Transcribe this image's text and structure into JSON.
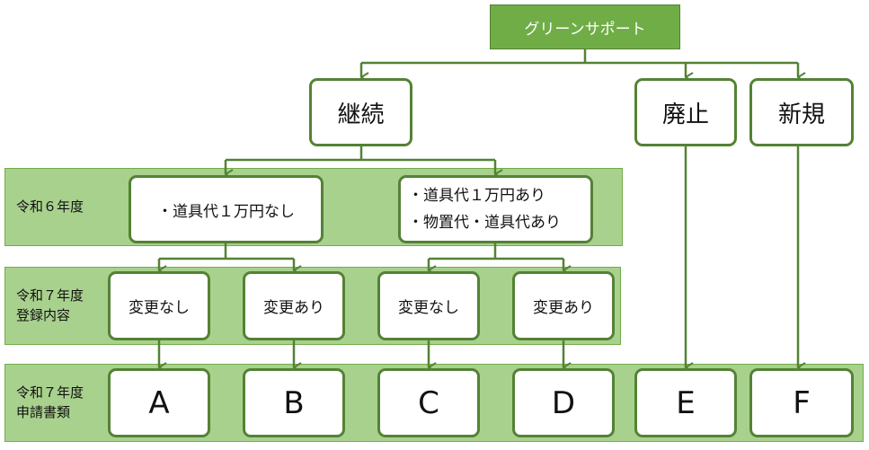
{
  "top": "グリーンサポート",
  "level1": [
    "継続",
    "廃止",
    "新規"
  ],
  "bands": [
    {
      "label": "令和６年度"
    },
    {
      "label": "令和７年度\n登録内容"
    },
    {
      "label": "令和７年度\n申請書類"
    }
  ],
  "fy6": {
    "left": "・道具代１万円なし",
    "right_line1": "・道具代１万円あり",
    "right_line2": "・物置代・道具代あり"
  },
  "changes": [
    "変更なし",
    "変更あり",
    "変更なし",
    "変更あり"
  ],
  "docs": [
    "A",
    "B",
    "C",
    "D",
    "E",
    "F"
  ],
  "colors": {
    "band": "#a9d18e",
    "border": "#548235",
    "accent": "#70ad47"
  }
}
